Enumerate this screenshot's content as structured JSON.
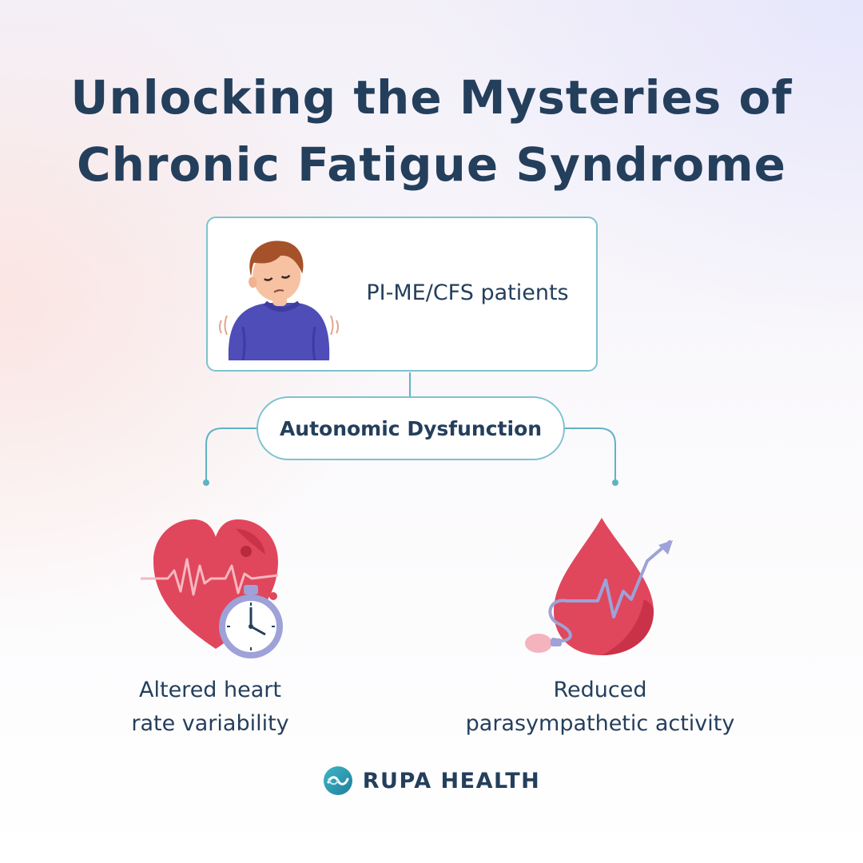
{
  "title": {
    "line1": "Unlocking the Mysteries of",
    "line2": "Chronic Fatigue Syndrome"
  },
  "patient_box": {
    "label": "PI-ME/CFS patients",
    "icon": "tired-person-icon"
  },
  "center_node": {
    "label": "Autonomic Dysfunction"
  },
  "branches": [
    {
      "icon": "heart-rate-stopwatch-icon",
      "line1": "Altered heart",
      "line2": "rate variability"
    },
    {
      "icon": "blood-pressure-drop-icon",
      "line1": "Reduced",
      "line2": "parasympathetic activity"
    }
  ],
  "brand": {
    "name": "RUPA HEALTH",
    "icon": "rupa-health-logo-icon"
  },
  "colors": {
    "text": "#243f5c",
    "connector": "#5fb3c3",
    "heart_red": "#e0475c",
    "accent_purple": "#9ea2d8"
  }
}
